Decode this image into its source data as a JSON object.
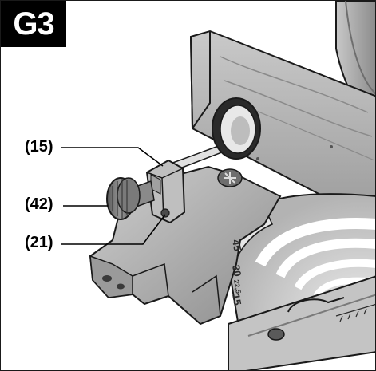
{
  "figure": {
    "badge_label": "G3",
    "callouts": [
      {
        "label": "(15)",
        "part": "clamp-body"
      },
      {
        "label": "(42)",
        "part": "clamp-knob"
      },
      {
        "label": "(21)",
        "part": "locating-hole"
      }
    ],
    "scale_marks": [
      "45",
      "30",
      "22,5",
      "15"
    ],
    "colors": {
      "badge_bg": "#000000",
      "badge_text": "#ffffff",
      "line_art": "#1a1a1a",
      "metal_light": "#d9d9d9",
      "metal_mid": "#a8a8a8",
      "metal_dark": "#6e6e6e",
      "wood": "#b8b8b8"
    }
  }
}
